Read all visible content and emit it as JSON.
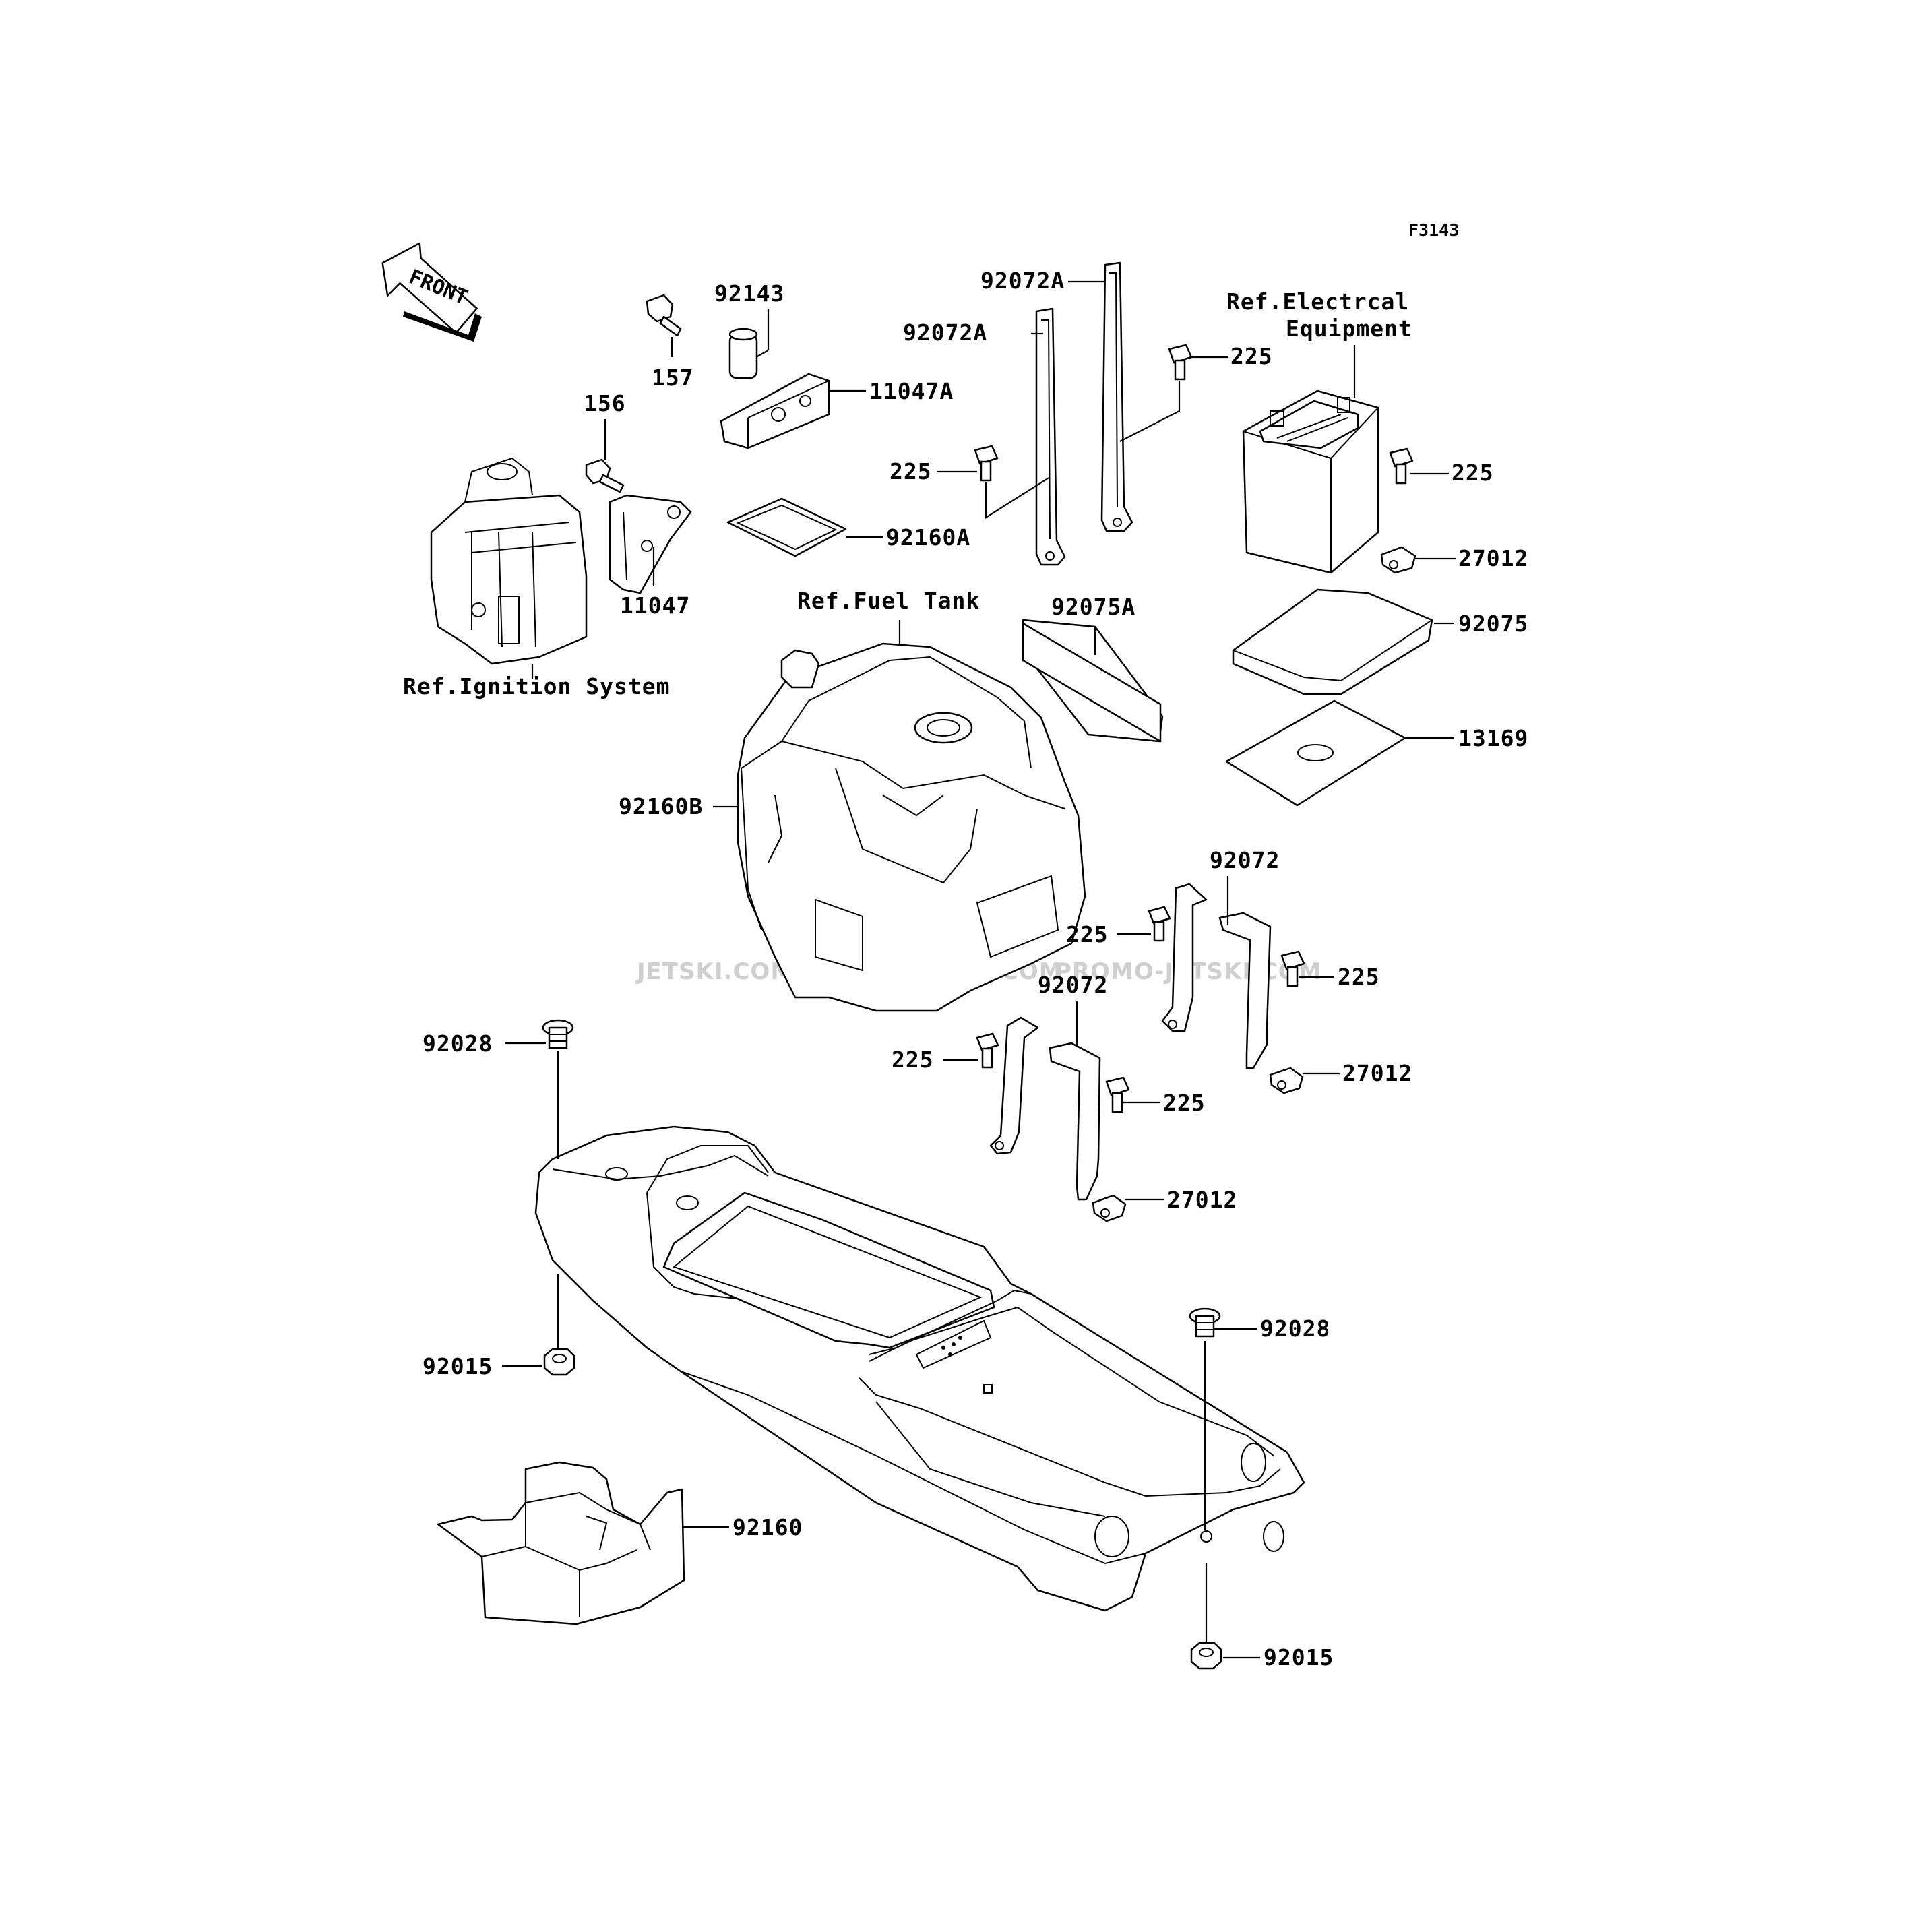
{
  "figure_code": "F3143",
  "front_arrow": "FRONT",
  "watermarks": [
    "JETSKI.COM",
    "PROMO-JETSKI.COM",
    "PROMO-JETSKI.COM"
  ],
  "references": {
    "ignition": "Ref.Ignition System",
    "fuel_tank": "Ref.Fuel Tank",
    "electrical_line1": "Ref.Electrcal",
    "electrical_line2": "Equipment"
  },
  "part_labels": [
    "157",
    "92143",
    "11047A",
    "156",
    "11047",
    "92072A",
    "92072A",
    "225",
    "225",
    "92160A",
    "225",
    "27012",
    "92075A",
    "92075",
    "13169",
    "92160B",
    "92072",
    "225",
    "225",
    "92072",
    "27012",
    "225",
    "225",
    "27012",
    "92028",
    "92015",
    "92028",
    "92015",
    "92160"
  ],
  "colors": {
    "ink": "#000000",
    "watermark": "#cfcfcf",
    "background": "#ffffff"
  }
}
